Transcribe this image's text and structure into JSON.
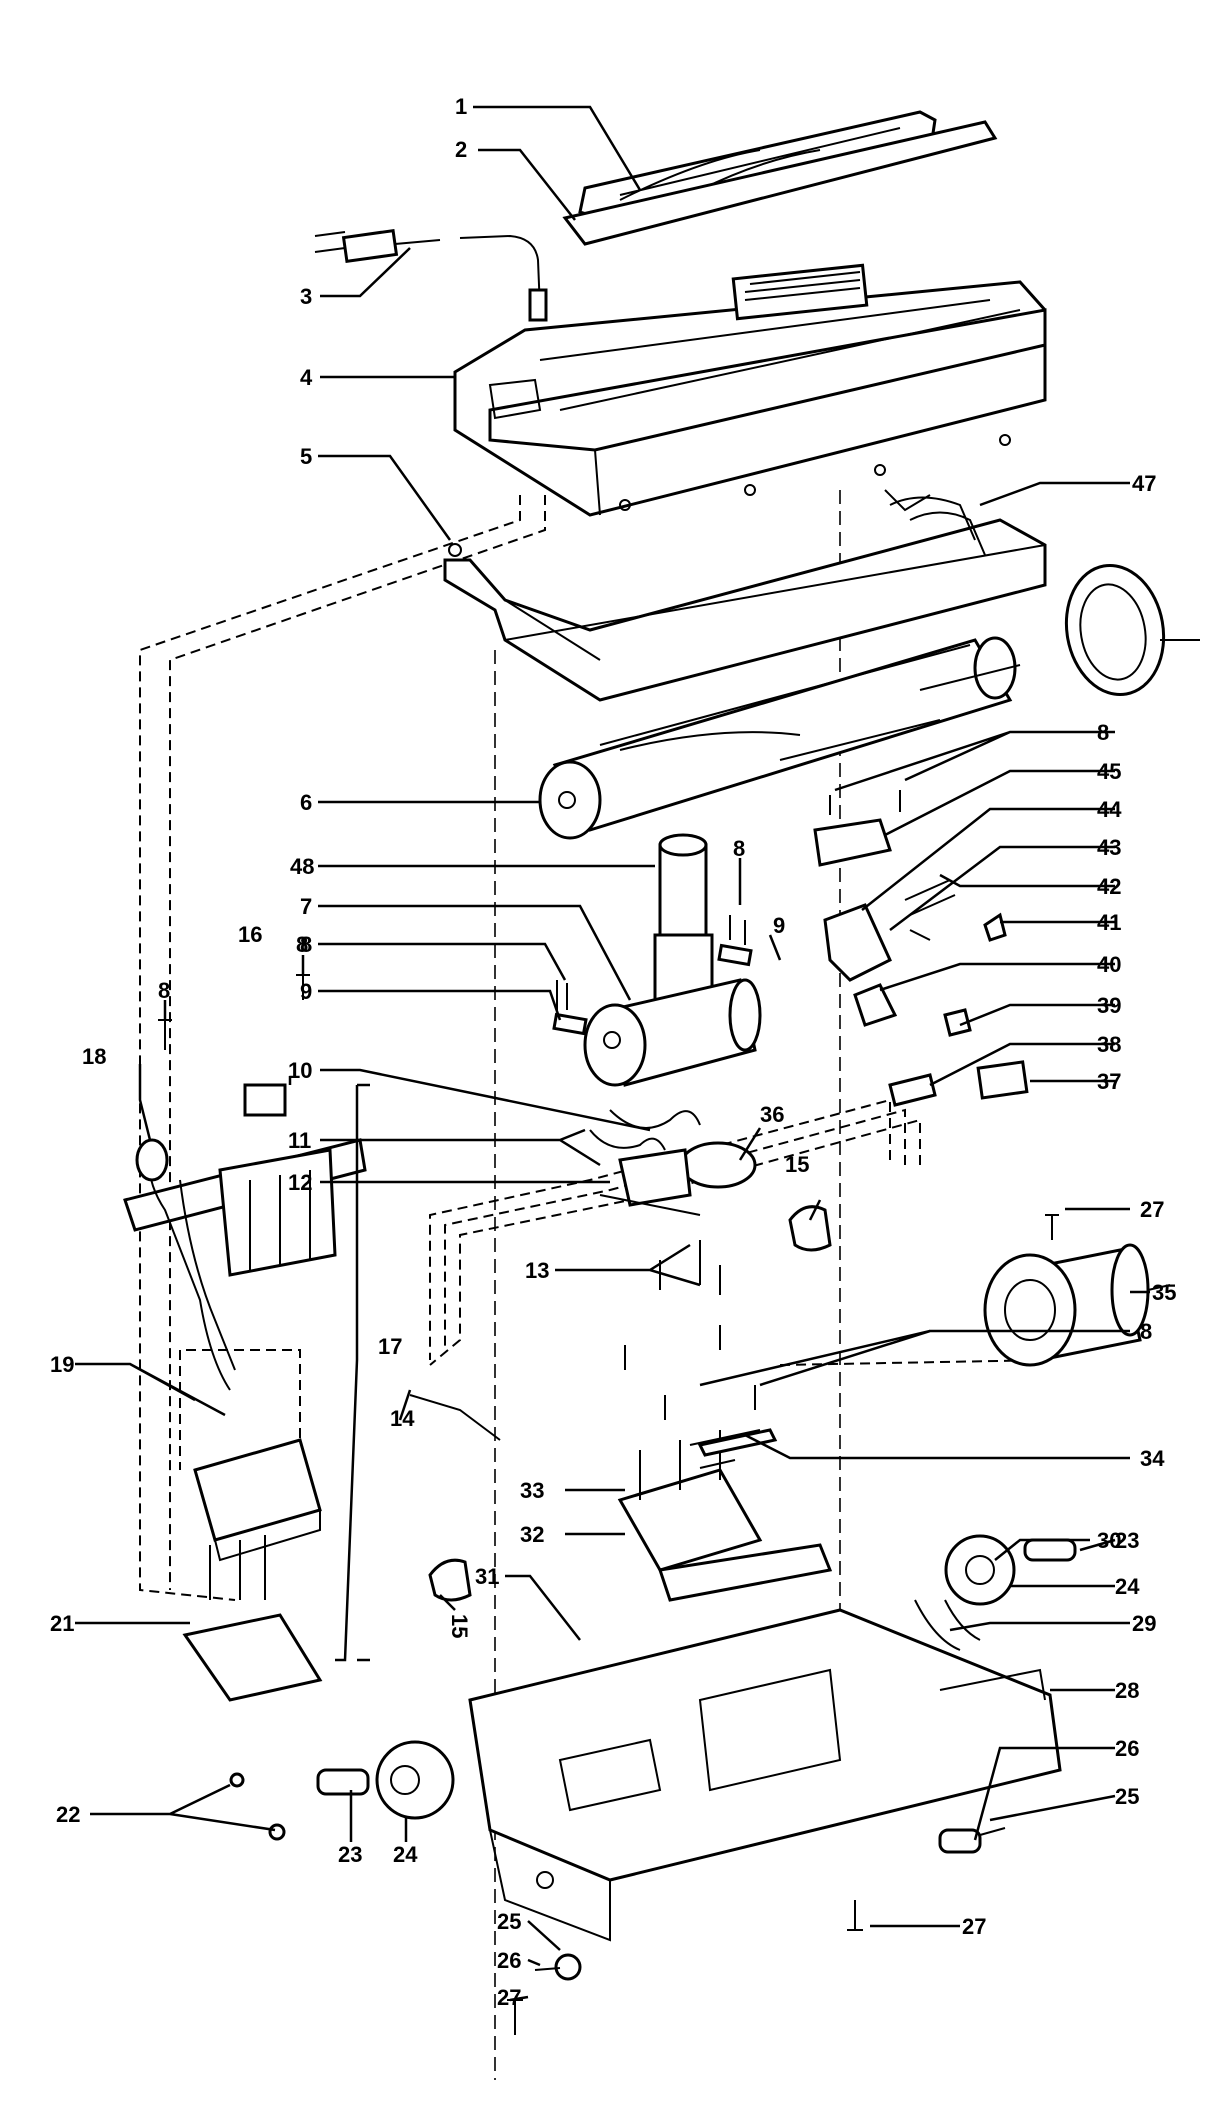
{
  "callouts": {
    "c1": "1",
    "c2": "2",
    "c3": "3",
    "c4": "4",
    "c5": "5",
    "c6": "6",
    "c7": "7",
    "c48": "48",
    "c45": "45",
    "c44": "44",
    "c43": "43",
    "c42": "42",
    "c41": "41",
    "c40": "40",
    "c39": "39",
    "c38": "38",
    "c37": "37",
    "c8a": "8",
    "c8b": "8",
    "c8c": "8",
    "c8d": "8",
    "c8e": "8",
    "c8f": "8",
    "c9a": "9",
    "c9b": "9",
    "c10": "10",
    "c11": "11",
    "c12": "12",
    "c13": "13",
    "c14": "14",
    "c15a": "15",
    "c15b": "15",
    "c16": "16",
    "c17": "17",
    "c18": "18",
    "c19": "19",
    "c21": "21",
    "c22": "22",
    "c23a": "23",
    "c23b": "23",
    "c24a": "24",
    "c24b": "24",
    "c25a": "25",
    "c25b": "25",
    "c26a": "26",
    "c26b": "26",
    "c27a": "27",
    "c27b": "27",
    "c27c": "27",
    "c28": "28",
    "c29": "29",
    "c30": "30",
    "c31": "31",
    "c32": "32",
    "c33": "33",
    "c34": "34",
    "c35": "35",
    "c36": "36",
    "c47": "47"
  }
}
